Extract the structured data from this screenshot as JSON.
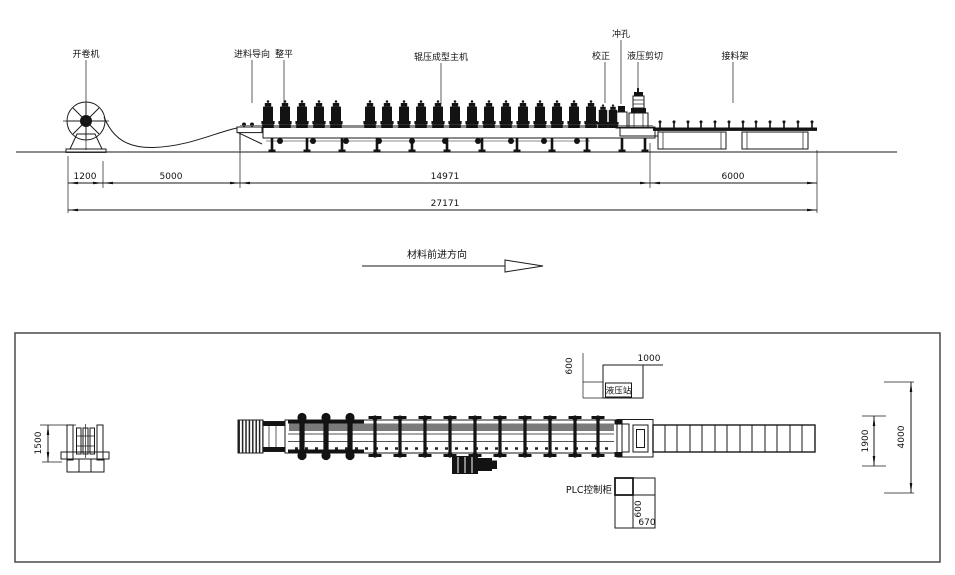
{
  "elevation": {
    "labels": {
      "decoiler": "开卷机",
      "feed_guide": "进料导向",
      "leveler": "整平",
      "main_machine": "辊压成型主机",
      "straightener": "校正",
      "punch": "冲孔",
      "hydraulic_shear": "液压剪切",
      "receiving_rack": "接料架"
    },
    "dims": {
      "d1200": "1200",
      "d5000": "5000",
      "d14971": "14971",
      "d6000": "6000",
      "d27171": "27171"
    }
  },
  "direction": {
    "label": "材料前进方向"
  },
  "plan": {
    "labels": {
      "hydraulic_station": "液压站",
      "plc_cabinet": "PLC控制柜"
    },
    "dims": {
      "d1500": "1500",
      "hs_600": "600",
      "hs_1000": "1000",
      "plc_600": "600",
      "plc_670": "670",
      "d1900": "1900",
      "d4000": "4000"
    }
  },
  "colors": {
    "ink": "#1a1a1a",
    "border": "#555",
    "band": "#7a7a7a"
  }
}
